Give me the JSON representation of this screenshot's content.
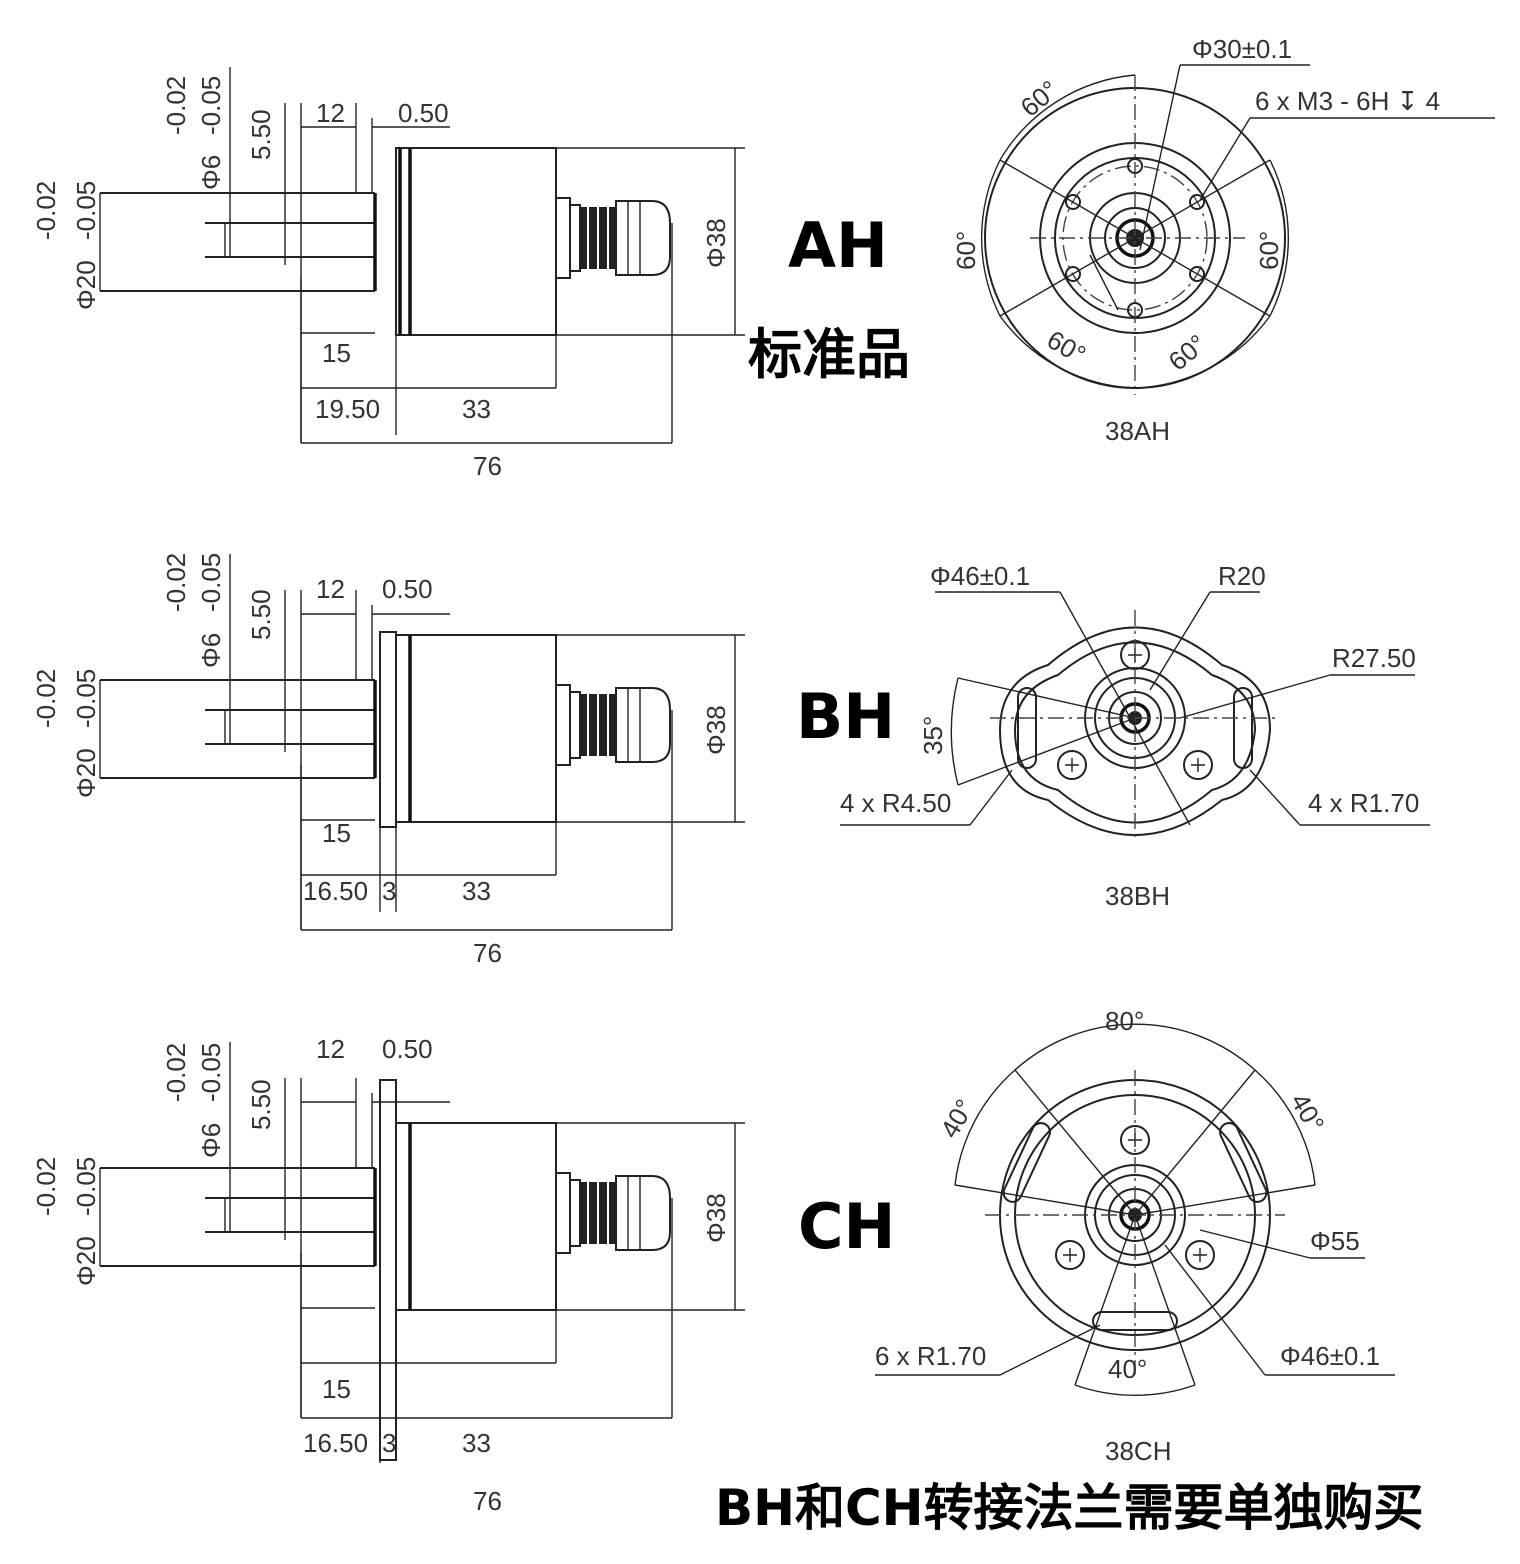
{
  "common": {
    "shaft_tol_upper": "-0.02",
    "shaft_tol_lower": "-0.05",
    "shaft_dia": "Φ6",
    "boss_dia": "Φ20",
    "flat_depth": "5.50",
    "shaft_len": "12",
    "gap": "0.50",
    "body_dia": "Φ38",
    "boss_len": "15",
    "body_len": "33",
    "total_len": "76"
  },
  "ah": {
    "label": "AH",
    "sublabel": "标准品",
    "front_len": "19.50",
    "front_dia": "Φ30±0.1",
    "holes": "6 x M3 - 6H ↧ 4",
    "angle": "60°",
    "caption": "38AH"
  },
  "bh": {
    "label": "BH",
    "front_len": "16.50",
    "flange_thk": "3",
    "front_dia": "Φ46±0.1",
    "r20": "R20",
    "r27": "R27.50",
    "angle": "35°",
    "slots": "4 x R4.50",
    "holes": "4 x R1.70",
    "caption": "38BH"
  },
  "ch": {
    "label": "CH",
    "front_len": "16.50",
    "flange_thk": "3",
    "angle_top": "80°",
    "angle_side": "40°",
    "angle_bottom": "40°",
    "outer_dia": "Φ55",
    "holes": "6 x R1.70",
    "front_dia": "Φ46±0.1",
    "caption": "38CH"
  },
  "footer_note": "BH和CH转接法兰需要单独购买"
}
